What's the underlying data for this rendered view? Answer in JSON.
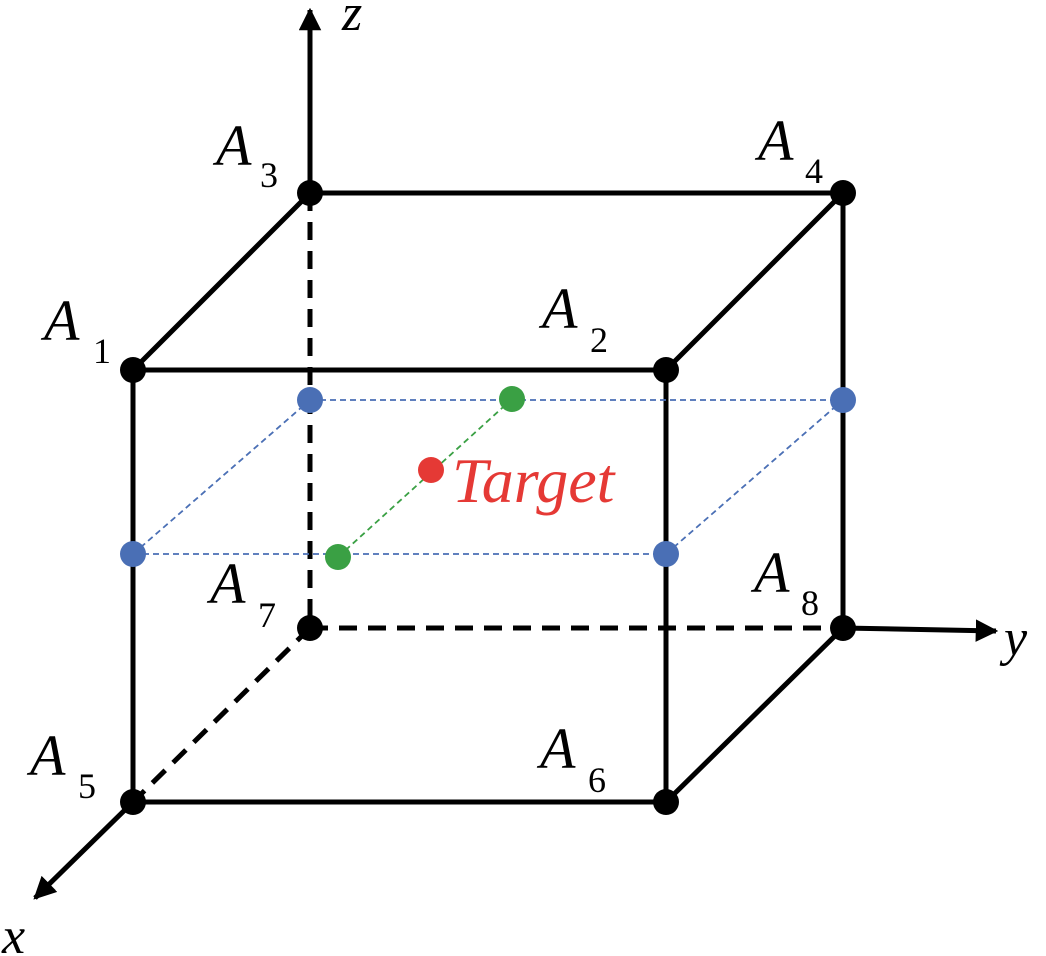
{
  "axes": {
    "x": "x",
    "y": "y",
    "z": "z"
  },
  "vertices": {
    "a1": {
      "letter": "A",
      "index": "1"
    },
    "a2": {
      "letter": "A",
      "index": "2"
    },
    "a3": {
      "letter": "A",
      "index": "3"
    },
    "a4": {
      "letter": "A",
      "index": "4"
    },
    "a5": {
      "letter": "A",
      "index": "5"
    },
    "a6": {
      "letter": "A",
      "index": "6"
    },
    "a7": {
      "letter": "A",
      "index": "7"
    },
    "a8": {
      "letter": "A",
      "index": "8"
    }
  },
  "target_label": "Target",
  "colors": {
    "vertex": "#000000",
    "interpolation_plane": "#4a6fb5",
    "interpolation_line": "#3aa044",
    "target": "#e53935"
  }
}
